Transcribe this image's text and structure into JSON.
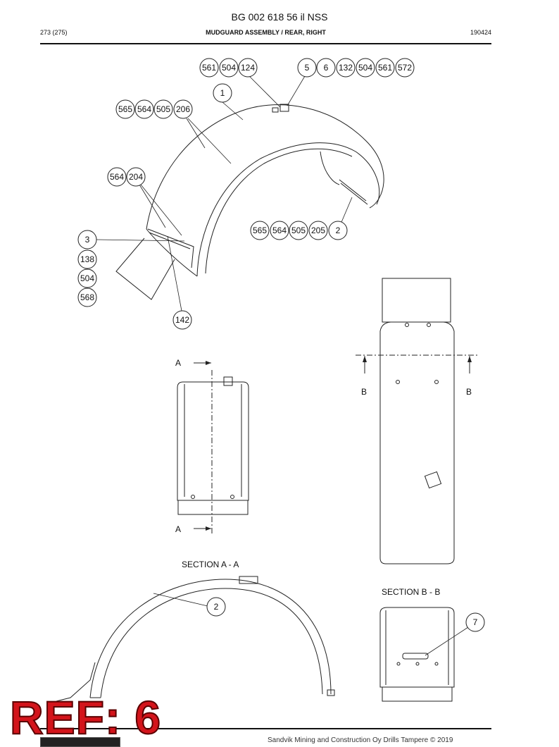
{
  "header": {
    "title": "BG 002 618 56 il NSS",
    "page": "273 (275)",
    "subtitle": "MUDGUARD ASSEMBLY / REAR, RIGHT",
    "code": "190424"
  },
  "callouts": {
    "top_left_group": [
      "561",
      "504",
      "124"
    ],
    "top_right_group": [
      "5",
      "6",
      "132",
      "504",
      "561",
      "572"
    ],
    "part1": "1",
    "upper_left_group": [
      "565",
      "564",
      "505",
      "206"
    ],
    "mid_left_group": [
      "564",
      "204"
    ],
    "right_group": [
      "565",
      "564",
      "505",
      "205",
      "2"
    ],
    "left_column": [
      "3",
      "138",
      "504",
      "568"
    ],
    "bottom_callout": "142",
    "section_a_callout": "2",
    "section_b_callout": "7"
  },
  "labels": {
    "a_top": "A",
    "a_bottom": "A",
    "b_left": "B",
    "b_right": "B",
    "section_a": "SECTION A - A",
    "section_b": "SECTION B - B"
  },
  "footer": {
    "copyright": "Sandvik Mining and Construction Oy Drills Tampere © 2019"
  },
  "overlay": {
    "ref": "REF: 6"
  },
  "colors": {
    "line": "#222222",
    "ref_red": "#d3141b"
  }
}
